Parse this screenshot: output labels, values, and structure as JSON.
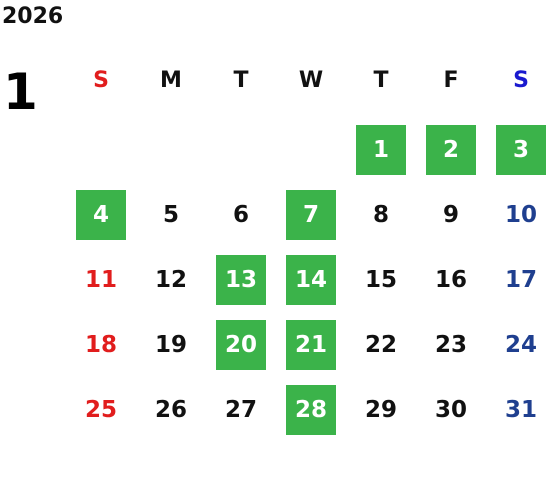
{
  "calendar": {
    "year": "2026",
    "month": "1",
    "weekdays": [
      {
        "label": "S",
        "type": "sun"
      },
      {
        "label": "M",
        "type": "weekday"
      },
      {
        "label": "T",
        "type": "weekday"
      },
      {
        "label": "W",
        "type": "weekday"
      },
      {
        "label": "T",
        "type": "weekday"
      },
      {
        "label": "F",
        "type": "weekday"
      },
      {
        "label": "S",
        "type": "sat"
      }
    ],
    "first_weekday_index": 4,
    "days": [
      {
        "day": "1",
        "highlighted": true
      },
      {
        "day": "2",
        "highlighted": true
      },
      {
        "day": "3",
        "highlighted": true
      },
      {
        "day": "4",
        "highlighted": true
      },
      {
        "day": "5",
        "highlighted": false
      },
      {
        "day": "6",
        "highlighted": false
      },
      {
        "day": "7",
        "highlighted": true
      },
      {
        "day": "8",
        "highlighted": false
      },
      {
        "day": "9",
        "highlighted": false
      },
      {
        "day": "10",
        "highlighted": false
      },
      {
        "day": "11",
        "highlighted": false
      },
      {
        "day": "12",
        "highlighted": false
      },
      {
        "day": "13",
        "highlighted": true
      },
      {
        "day": "14",
        "highlighted": true
      },
      {
        "day": "15",
        "highlighted": false
      },
      {
        "day": "16",
        "highlighted": false
      },
      {
        "day": "17",
        "highlighted": false
      },
      {
        "day": "18",
        "highlighted": false
      },
      {
        "day": "19",
        "highlighted": false
      },
      {
        "day": "20",
        "highlighted": true
      },
      {
        "day": "21",
        "highlighted": true
      },
      {
        "day": "22",
        "highlighted": false
      },
      {
        "day": "23",
        "highlighted": false
      },
      {
        "day": "24",
        "highlighted": false
      },
      {
        "day": "25",
        "highlighted": false
      },
      {
        "day": "26",
        "highlighted": false
      },
      {
        "day": "27",
        "highlighted": false
      },
      {
        "day": "28",
        "highlighted": true
      },
      {
        "day": "29",
        "highlighted": false
      },
      {
        "day": "30",
        "highlighted": false
      },
      {
        "day": "31",
        "highlighted": false
      }
    ],
    "colors": {
      "highlight_bg": "#3bb34a",
      "highlight_text": "#ffffff",
      "sunday": "#e11d1d",
      "saturday_header": "#1a1acf",
      "saturday": "#1f3f8f",
      "weekday": "#111111"
    }
  }
}
